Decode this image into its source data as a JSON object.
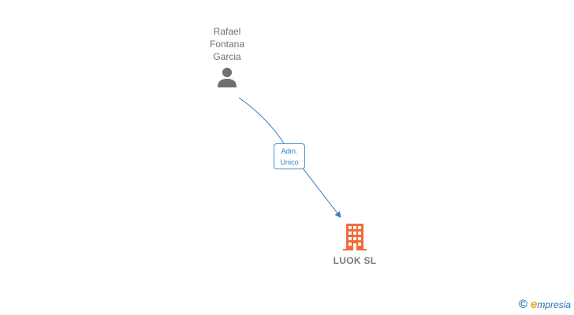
{
  "person": {
    "name_lines": [
      "Rafael",
      "Fontana",
      "Garcia"
    ],
    "icon": "person-icon"
  },
  "relation": {
    "label_lines": [
      "Adm.",
      "Unico"
    ],
    "color": "#4a90d9"
  },
  "company": {
    "name": "LUOK SL",
    "icon": "building-icon",
    "color": "#f26b3a"
  },
  "brand": {
    "copyright": "©",
    "initial": "e",
    "name": "mpresia",
    "color": "#2b6fb6",
    "accent": "#e9a21a"
  }
}
